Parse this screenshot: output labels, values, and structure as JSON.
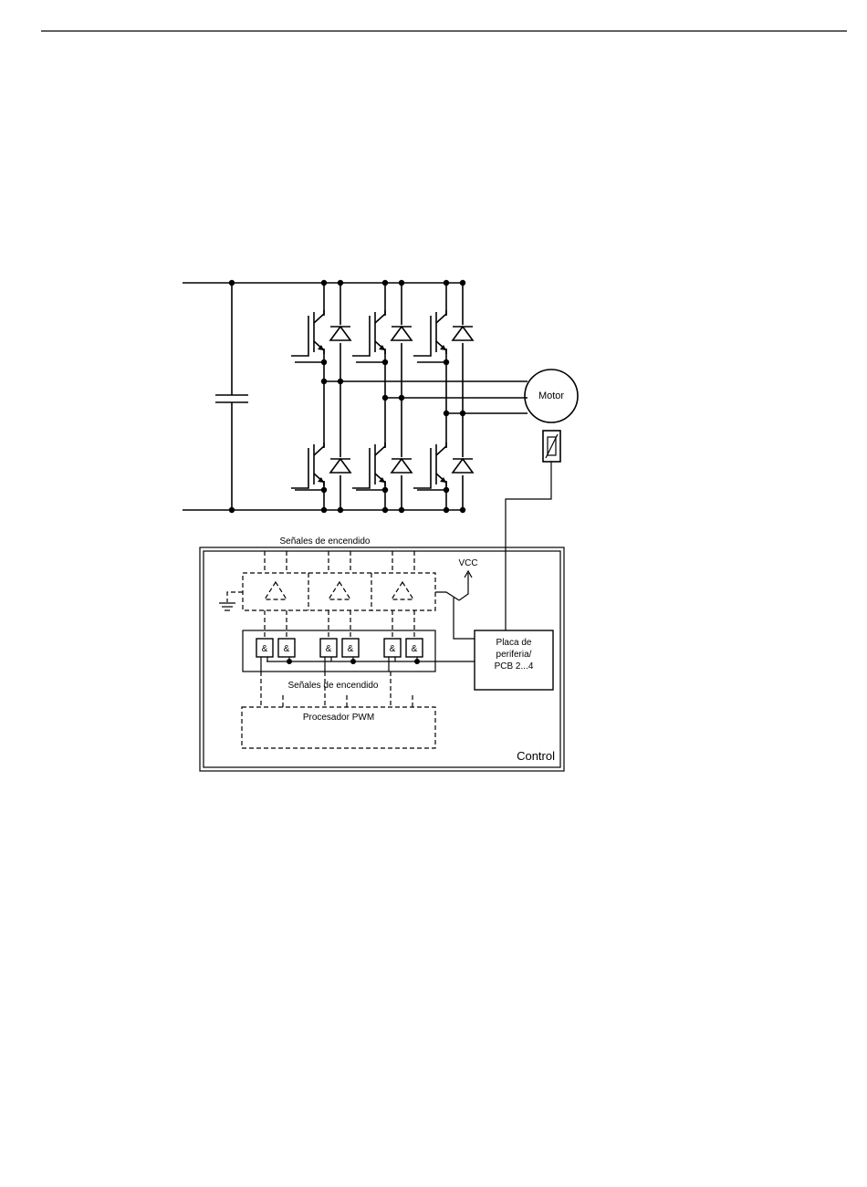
{
  "diagram": {
    "motor_label": "Motor",
    "signals_top_label": "Señales de encendido",
    "signals_bottom_label": "Señales de encendido",
    "vcc_label": "VCC",
    "peripheral_board": {
      "line1": "Placa de",
      "line2": "periferia/",
      "line3": "PCB 2...4"
    },
    "pwm_label": "Procesador PWM",
    "control_label": "Control",
    "gate_symbol": "&"
  }
}
